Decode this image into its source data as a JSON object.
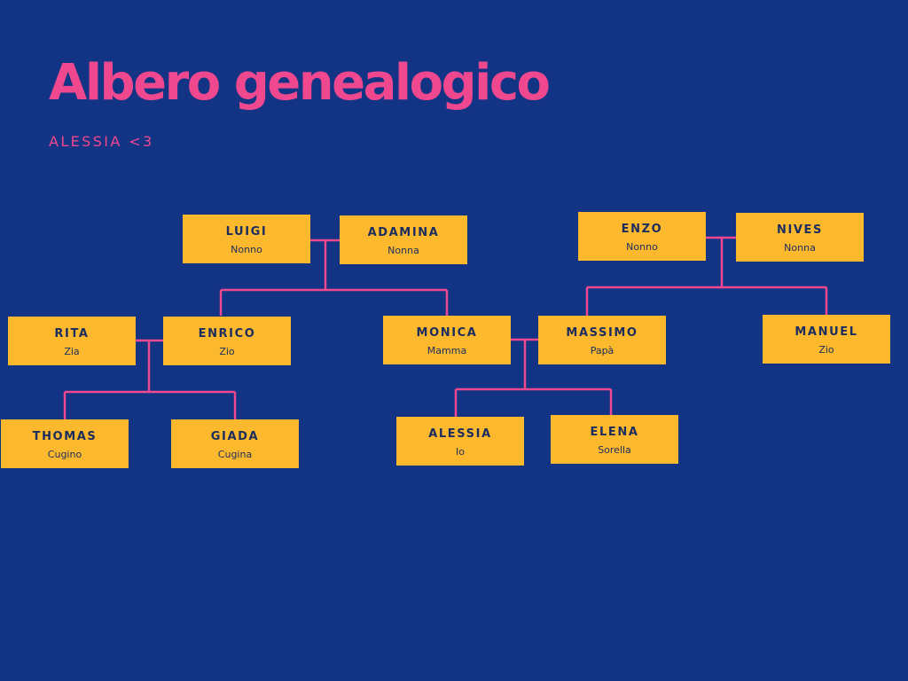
{
  "title": "Albero genealogico",
  "subtitle": "ALESSIA <3",
  "colors": {
    "background": "#133384",
    "accent": "#F0488E",
    "box": "#FDB92E",
    "box_text": "#1B2C5E"
  },
  "people": {
    "luigi": {
      "name": "LUIGI",
      "role": "Nonno"
    },
    "adamina": {
      "name": "ADAMINA",
      "role": "Nonna"
    },
    "enzo": {
      "name": "ENZO",
      "role": "Nonno"
    },
    "nives": {
      "name": "NIVES",
      "role": "Nonna"
    },
    "rita": {
      "name": "RITA",
      "role": "Zia"
    },
    "enrico": {
      "name": "ENRICO",
      "role": "Zio"
    },
    "monica": {
      "name": "MONICA",
      "role": "Mamma"
    },
    "massimo": {
      "name": "MASSIMO",
      "role": "Papà"
    },
    "manuel": {
      "name": "MANUEL",
      "role": "Zio"
    },
    "thomas": {
      "name": "THOMAS",
      "role": "Cugino"
    },
    "giada": {
      "name": "GIADA",
      "role": "Cugina"
    },
    "alessia": {
      "name": "ALESSIA",
      "role": "Io"
    },
    "elena": {
      "name": "ELENA",
      "role": "Sorella"
    }
  }
}
